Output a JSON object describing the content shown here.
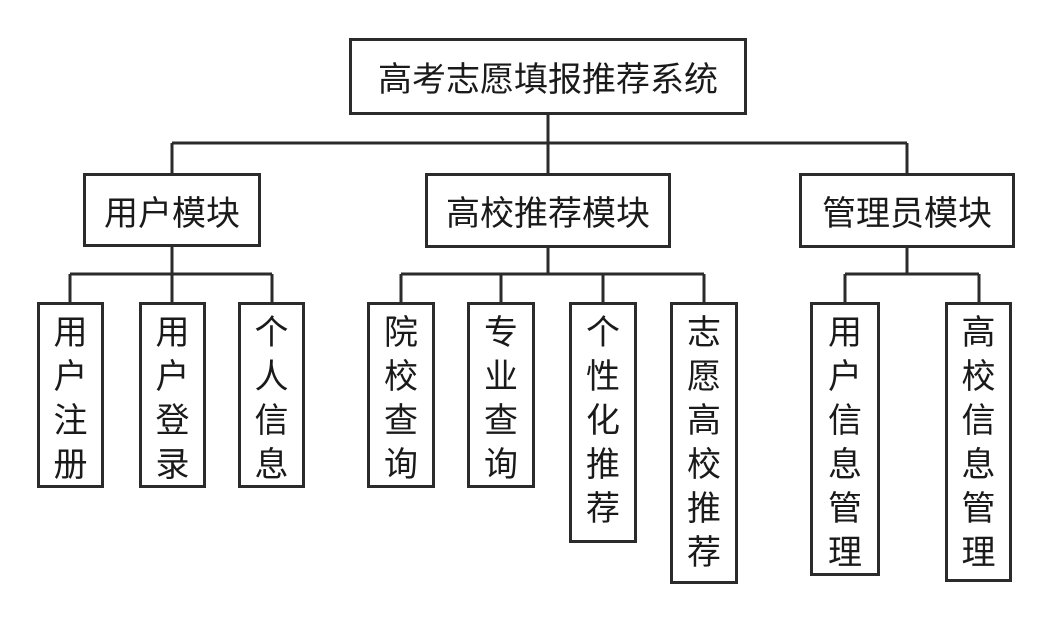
{
  "root": {
    "label": "高考志愿填报推荐系统"
  },
  "modules": [
    {
      "label": "用户模块",
      "children": [
        "用户注册",
        "用户登录",
        "个人信息"
      ]
    },
    {
      "label": "高校推荐模块",
      "children": [
        "院校查询",
        "专业查询",
        "个性化推荐",
        "志愿高校推荐"
      ]
    },
    {
      "label": "管理员模块",
      "children": [
        "用户信息管理",
        "高校信息管理"
      ]
    }
  ],
  "colors": {
    "line": "#2b2b2b",
    "box_border": "#2b2b2b",
    "text": "#1a1a1a",
    "background": "#ffffff"
  }
}
